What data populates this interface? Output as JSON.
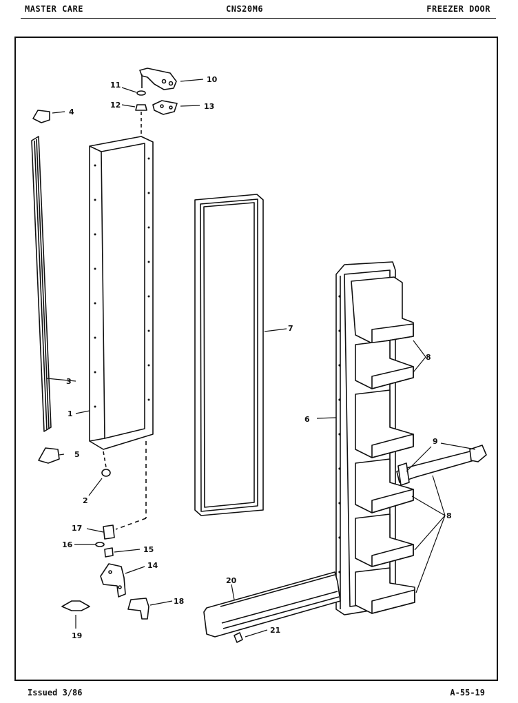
{
  "header": {
    "left": "MASTER CARE",
    "center": "CNS20M6",
    "right": "FREEZER DOOR"
  },
  "footer": {
    "left": "Issued 3/86",
    "right": "A-55-19"
  },
  "callouts": [
    "1",
    "2",
    "3",
    "4",
    "5",
    "6",
    "7",
    "8",
    "8",
    "9",
    "10",
    "11",
    "12",
    "13",
    "14",
    "15",
    "16",
    "17",
    "18",
    "19",
    "20",
    "21"
  ]
}
